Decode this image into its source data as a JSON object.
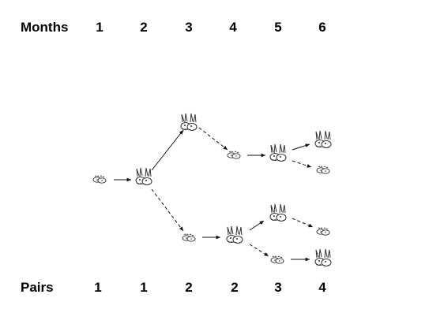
{
  "months_label": "Months",
  "pairs_label": "Pairs",
  "months": [
    "1",
    "2",
    "3",
    "4",
    "5",
    "6"
  ],
  "pairs": [
    "1",
    "1",
    "2",
    "2",
    "3",
    "4"
  ],
  "nodes": [
    {
      "id": "a",
      "stage": "young"
    },
    {
      "id": "b",
      "stage": "adult"
    },
    {
      "id": "c",
      "stage": "adult"
    },
    {
      "id": "d",
      "stage": "young"
    },
    {
      "id": "e",
      "stage": "young"
    },
    {
      "id": "f",
      "stage": "adult"
    },
    {
      "id": "g",
      "stage": "adult"
    },
    {
      "id": "h",
      "stage": "adult"
    },
    {
      "id": "i",
      "stage": "adult"
    },
    {
      "id": "j",
      "stage": "young"
    },
    {
      "id": "k",
      "stage": "young"
    },
    {
      "id": "l",
      "stage": "young"
    },
    {
      "id": "m",
      "stage": "adult"
    }
  ],
  "edges": [
    {
      "from": "a",
      "to": "b",
      "kind": "ages"
    },
    {
      "from": "b",
      "to": "c",
      "kind": "ages"
    },
    {
      "from": "b",
      "to": "e",
      "kind": "offspring"
    },
    {
      "from": "c",
      "to": "d",
      "kind": "offspring"
    },
    {
      "from": "d",
      "to": "f",
      "kind": "ages"
    },
    {
      "from": "f",
      "to": "g",
      "kind": "ages"
    },
    {
      "from": "f",
      "to": "j",
      "kind": "offspring"
    },
    {
      "from": "e",
      "to": "h",
      "kind": "ages"
    },
    {
      "from": "h",
      "to": "i",
      "kind": "ages"
    },
    {
      "from": "h",
      "to": "l",
      "kind": "offspring"
    },
    {
      "from": "i",
      "to": "k",
      "kind": "offspring"
    },
    {
      "from": "l",
      "to": "m",
      "kind": "ages"
    }
  ]
}
